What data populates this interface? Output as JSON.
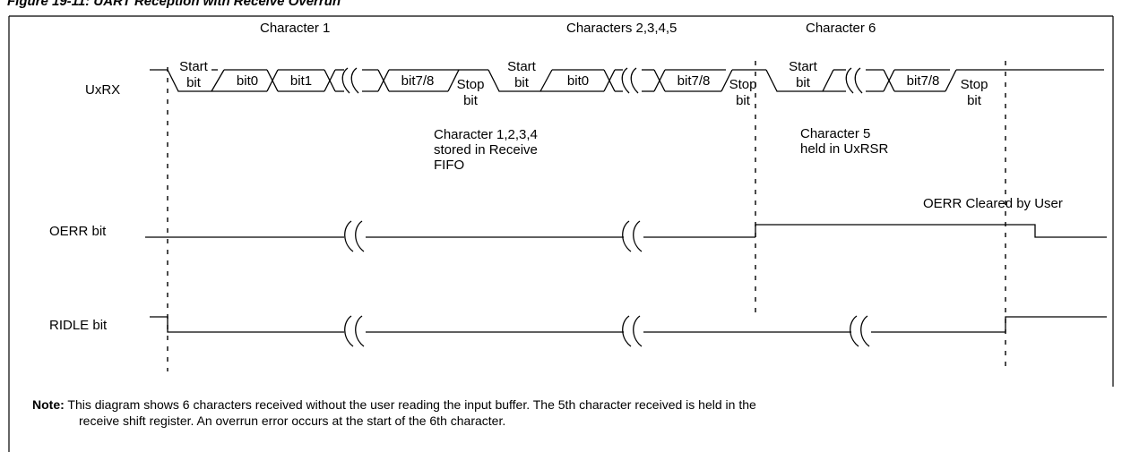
{
  "figure_title": "Figure 19-11:     UART Reception with Receive Overrun",
  "headers": {
    "char1": "Character 1",
    "chars2345": "Characters 2,3,4,5",
    "char6": "Character 6"
  },
  "signals": {
    "uxrx": "UxRX",
    "oerr": "OERR bit",
    "ridle": "RIDLE bit"
  },
  "bit_labels": {
    "start": "Start",
    "bit": "bit",
    "bit0": "bit0",
    "bit1": "bit1",
    "bit78": "bit7/8",
    "stop": "Stop"
  },
  "annotations": {
    "stored_line1": "Character 1,2,3,4",
    "stored_line2": "stored in Receive",
    "stored_line3": "FIFO",
    "held_line1": "Character 5",
    "held_line2": "held in UxRSR",
    "oerr_cleared": "OERR Cleared by User"
  },
  "note": {
    "label": "Note:",
    "line1": "This diagram shows 6 characters received without the user reading the input buffer. The 5th character received is held in the",
    "line2": "receive shift register. An overrun error occurs at the start of the 6th character."
  }
}
